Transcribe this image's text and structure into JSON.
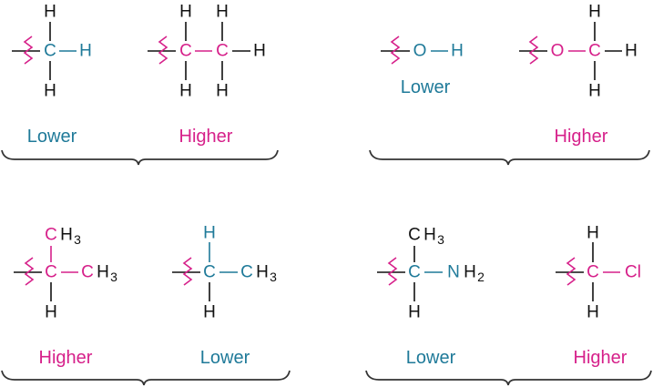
{
  "colors": {
    "teal": "#1f7a99",
    "magenta": "#d6208a",
    "black": "#111111",
    "brace": "#333333"
  },
  "panels": [
    {
      "id": "panel-1",
      "left": {
        "structure": "methyl",
        "atoms": [
          "C",
          "H",
          "H",
          "H"
        ],
        "label": "Lower",
        "label_color": "teal"
      },
      "right": {
        "structure": "ethyl",
        "atoms": [
          "C",
          "C",
          "H",
          "H",
          "H",
          "H",
          "H"
        ],
        "label": "Higher",
        "label_color": "magenta"
      }
    },
    {
      "id": "panel-2",
      "left": {
        "structure": "hydroxyl",
        "atoms": [
          "O",
          "H"
        ],
        "label": "Lower",
        "label_color": "teal"
      },
      "right": {
        "structure": "methoxy",
        "atoms": [
          "O",
          "C",
          "H",
          "H",
          "H"
        ],
        "label": "Higher",
        "label_color": "magenta"
      }
    },
    {
      "id": "panel-3",
      "left": {
        "structure": "isopropyl",
        "atoms": [
          "CH3",
          "C",
          "CH3",
          "H"
        ],
        "label": "Higher",
        "label_color": "magenta"
      },
      "right": {
        "structure": "ethyl",
        "atoms": [
          "H",
          "C",
          "CH3",
          "H"
        ],
        "label": "Lower",
        "label_color": "teal"
      }
    },
    {
      "id": "panel-4",
      "left": {
        "structure": "1-aminoethyl",
        "atoms": [
          "CH3",
          "C",
          "NH2",
          "H"
        ],
        "label": "Lower",
        "label_color": "teal"
      },
      "right": {
        "structure": "chloromethyl",
        "atoms": [
          "H",
          "C",
          "Cl",
          "H"
        ],
        "label": "Higher",
        "label_color": "magenta"
      }
    }
  ],
  "text": {
    "H": "H",
    "C": "C",
    "O": "O",
    "N": "NH",
    "Cl": "Cl",
    "sub2": "2",
    "sub3": "3",
    "lower": "Lower",
    "higher": "Higher"
  }
}
